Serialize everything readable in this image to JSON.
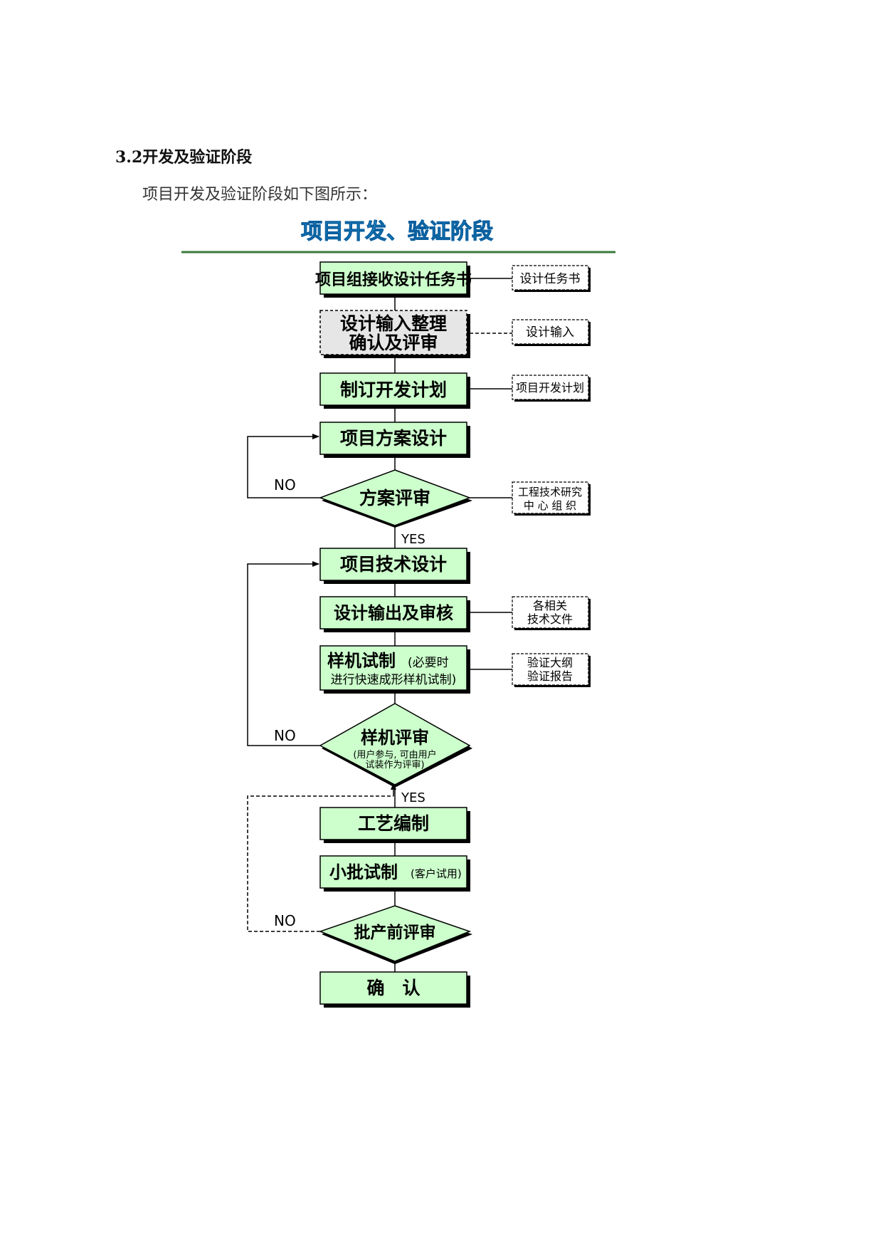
{
  "section": {
    "heading": "3.2开发及验证阶段",
    "intro": "项目开发及验证阶段如下图所示："
  },
  "diagram": {
    "title": "项目开发、验证阶段",
    "colors": {
      "title": "#1ab0e8",
      "box_fill": "#ccffcc",
      "gray_fill": "#e6e6e6",
      "title_rule": "#3a7a3a"
    },
    "nodes": {
      "n1": "项目组接收设计任务书",
      "n2_line1": "设计输入整理",
      "n2_line2": "确认及评审",
      "n3": "制订开发计划",
      "n4": "项目方案设计",
      "d1": "方案评审",
      "n5": "项目技术设计",
      "n6": "设计输出及审核",
      "n7_main": "样机试制",
      "n7_paren": "(必要时",
      "n7_line2": "进行快速成形样机试制)",
      "d2_main": "样机评审",
      "d2_sub1": "(用户参与, 可由用户",
      "d2_sub2": "试装作为评审)",
      "n8": "工艺编制",
      "n9_main": "小批试制",
      "n9_paren": "(客户试用)",
      "d3": "批产前评审",
      "n10": "确　认"
    },
    "side_boxes": {
      "s1": "设计任务书",
      "s2": "设计输入",
      "s3": "项目开发计划",
      "s4_line1": "工程技术研究",
      "s4_line2": "中 心 组 织",
      "s5_line1": "各相关",
      "s5_line2": "技术文件",
      "s6_line1": "验证大纲",
      "s6_line2": "验证报告"
    },
    "edge_labels": {
      "no1": "NO",
      "yes1": "YES",
      "no2": "NO",
      "yes2": "YES",
      "no3": "NO"
    }
  }
}
